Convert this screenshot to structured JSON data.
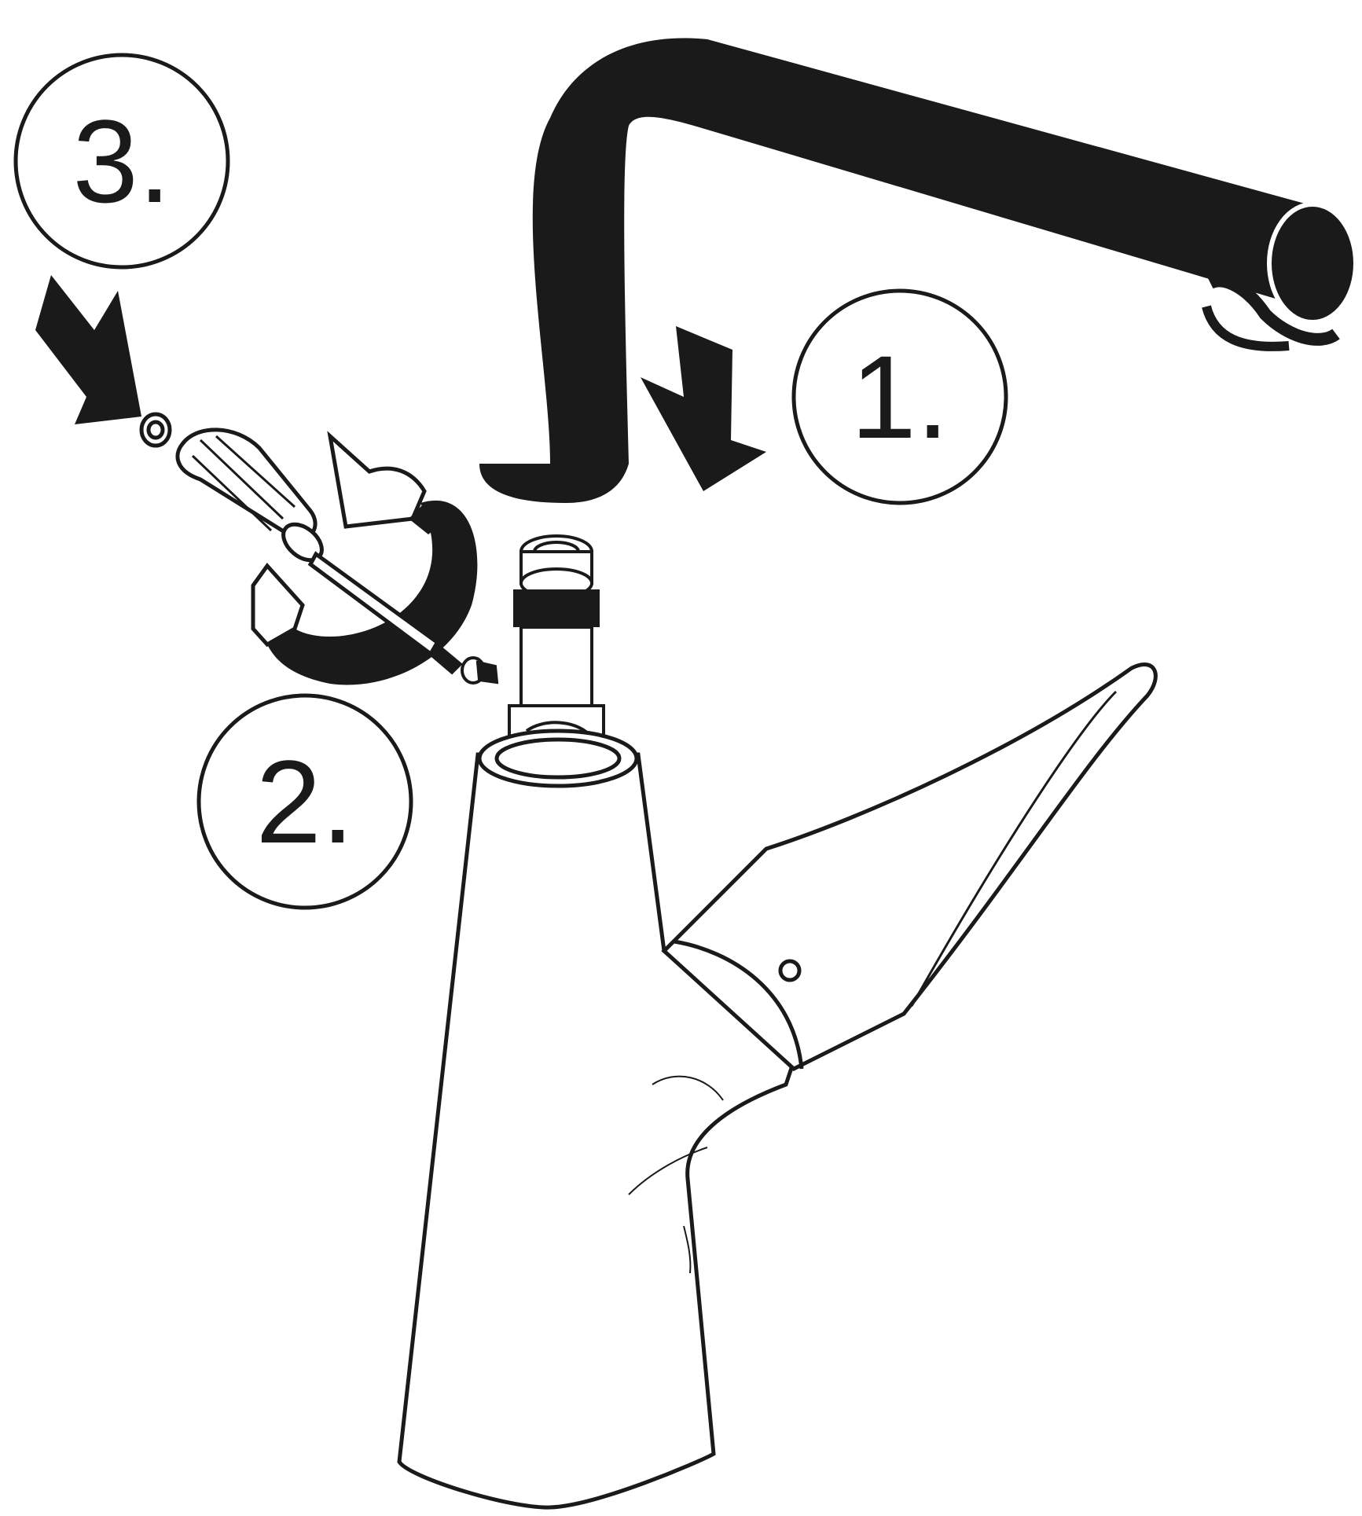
{
  "steps": [
    {
      "number": "1.",
      "action": "spout"
    },
    {
      "number": "2.",
      "action": "unscrew"
    },
    {
      "number": "3.",
      "action": "cap"
    }
  ],
  "icons": {
    "spout": "spout-icon",
    "screwdriver": "screwdriver-icon",
    "screw": "screw-icon",
    "cap": "cover-cap-icon",
    "cartridge": "cartridge-icon",
    "body": "faucet-body-icon",
    "lever": "lever-handle-icon",
    "rotate": "rotate-arrow-icon"
  },
  "colors": {
    "ink": "#1a1a1a",
    "paper": "#ffffff"
  }
}
